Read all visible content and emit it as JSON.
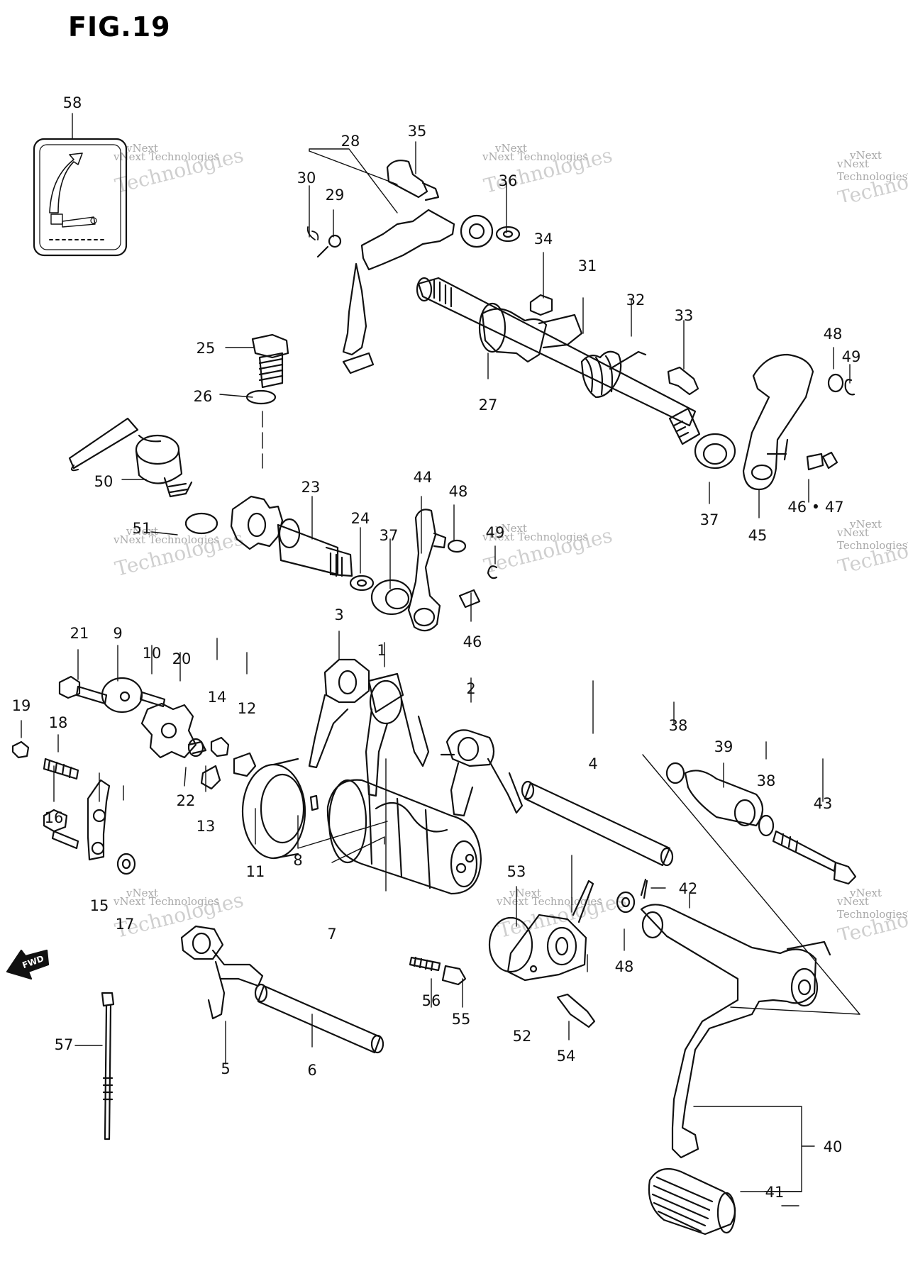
{
  "title": "FIG.19",
  "watermark": {
    "line1": "vNext",
    "line2": "Technologies",
    "line3": "vNext Technologies"
  },
  "direction_label": "FWD",
  "callouts": [
    {
      "id": "1",
      "n": "1"
    },
    {
      "id": "2",
      "n": "2"
    },
    {
      "id": "3",
      "n": "3"
    },
    {
      "id": "4",
      "n": "4"
    },
    {
      "id": "5",
      "n": "5"
    },
    {
      "id": "6",
      "n": "6"
    },
    {
      "id": "7",
      "n": "7"
    },
    {
      "id": "8",
      "n": "8"
    },
    {
      "id": "9",
      "n": "9"
    },
    {
      "id": "10",
      "n": "10"
    },
    {
      "id": "11",
      "n": "11"
    },
    {
      "id": "12",
      "n": "12"
    },
    {
      "id": "13",
      "n": "13"
    },
    {
      "id": "14",
      "n": "14"
    },
    {
      "id": "15",
      "n": "15"
    },
    {
      "id": "16",
      "n": "16"
    },
    {
      "id": "17",
      "n": "17"
    },
    {
      "id": "18",
      "n": "18"
    },
    {
      "id": "19",
      "n": "19"
    },
    {
      "id": "20",
      "n": "20"
    },
    {
      "id": "21",
      "n": "21"
    },
    {
      "id": "22",
      "n": "22"
    },
    {
      "id": "23",
      "n": "23"
    },
    {
      "id": "24",
      "n": "24"
    },
    {
      "id": "25",
      "n": "25"
    },
    {
      "id": "26",
      "n": "26"
    },
    {
      "id": "27",
      "n": "27"
    },
    {
      "id": "28",
      "n": "28"
    },
    {
      "id": "29",
      "n": "29"
    },
    {
      "id": "30",
      "n": "30"
    },
    {
      "id": "31",
      "n": "31"
    },
    {
      "id": "32",
      "n": "32"
    },
    {
      "id": "33",
      "n": "33"
    },
    {
      "id": "34",
      "n": "34"
    },
    {
      "id": "35",
      "n": "35"
    },
    {
      "id": "36",
      "n": "36"
    },
    {
      "id": "37a",
      "n": "37"
    },
    {
      "id": "37b",
      "n": "37"
    },
    {
      "id": "38a",
      "n": "38"
    },
    {
      "id": "38b",
      "n": "38"
    },
    {
      "id": "39",
      "n": "39"
    },
    {
      "id": "40",
      "n": "40"
    },
    {
      "id": "41",
      "n": "41"
    },
    {
      "id": "42",
      "n": "42"
    },
    {
      "id": "43",
      "n": "43"
    },
    {
      "id": "44",
      "n": "44"
    },
    {
      "id": "45",
      "n": "45"
    },
    {
      "id": "4647",
      "n": "46 • 47"
    },
    {
      "id": "46b",
      "n": "46"
    },
    {
      "id": "48a",
      "n": "48"
    },
    {
      "id": "48b",
      "n": "48"
    },
    {
      "id": "48c",
      "n": "48"
    },
    {
      "id": "49a",
      "n": "49"
    },
    {
      "id": "49b",
      "n": "49"
    },
    {
      "id": "50",
      "n": "50"
    },
    {
      "id": "51",
      "n": "51"
    },
    {
      "id": "52",
      "n": "52"
    },
    {
      "id": "53",
      "n": "53"
    },
    {
      "id": "54",
      "n": "54"
    },
    {
      "id": "55",
      "n": "55"
    },
    {
      "id": "56",
      "n": "56"
    },
    {
      "id": "57",
      "n": "57"
    },
    {
      "id": "58",
      "n": "58"
    }
  ]
}
